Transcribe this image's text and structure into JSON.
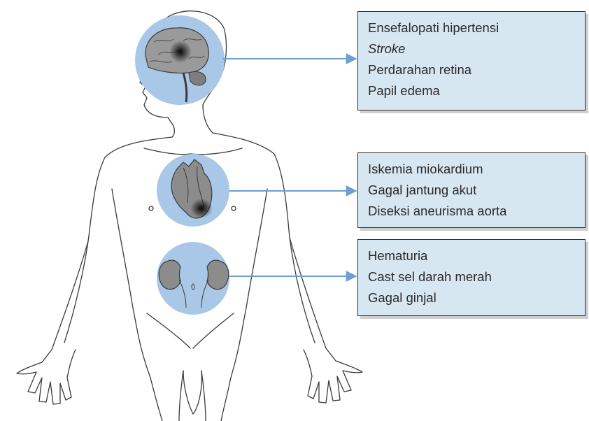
{
  "colors": {
    "halo": "#a9c8e8",
    "callout_fill": "#d7e7f1",
    "arrow": "#6f9fd1",
    "outline": "#3a3a3a",
    "organ": "#8c8c8c"
  },
  "callouts": {
    "brain": {
      "icon": "brain-icon",
      "lines": [
        "Ensefalopati hipertensi",
        "Stroke",
        "Perdarahan retina",
        "Papil edema"
      ]
    },
    "heart": {
      "icon": "heart-icon",
      "lines": [
        "Iskemia miokardium",
        "Gagal jantung akut",
        "Diseksi aneurisma aorta"
      ]
    },
    "kidney": {
      "icon": "kidney-icon",
      "lines": [
        "Hematuria",
        "Cast sel darah merah",
        "Gagal ginjal"
      ]
    }
  }
}
